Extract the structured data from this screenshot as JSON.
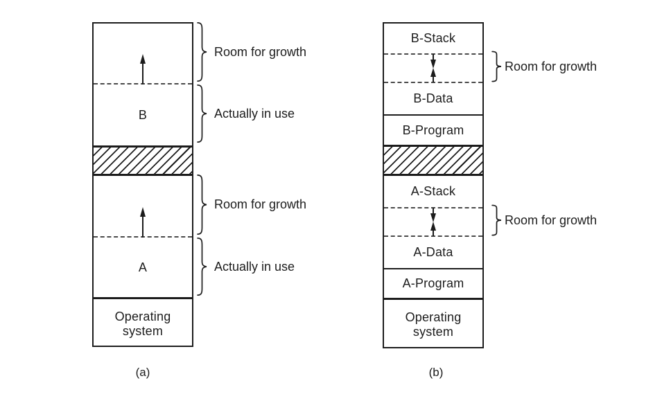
{
  "panel_a": {
    "caption": "(a)",
    "segments": {
      "process_b": "B",
      "process_a": "A",
      "operating_system": "Operating\nsystem"
    },
    "annotations": {
      "growth_b": "Room for growth",
      "in_use_b": "Actually in use",
      "growth_a": "Room for growth",
      "in_use_a": "Actually in use"
    }
  },
  "panel_b": {
    "caption": "(b)",
    "segments": {
      "b_stack": "B-Stack",
      "b_data": "B-Data",
      "b_program": "B-Program",
      "a_stack": "A-Stack",
      "a_data": "A-Data",
      "a_program": "A-Program",
      "operating_system": "Operating\nsystem"
    },
    "annotations": {
      "growth_b": "Room for growth",
      "growth_a": "Room for growth"
    }
  },
  "colors": {
    "line": "#1c1c1c",
    "background": "#ffffff"
  }
}
